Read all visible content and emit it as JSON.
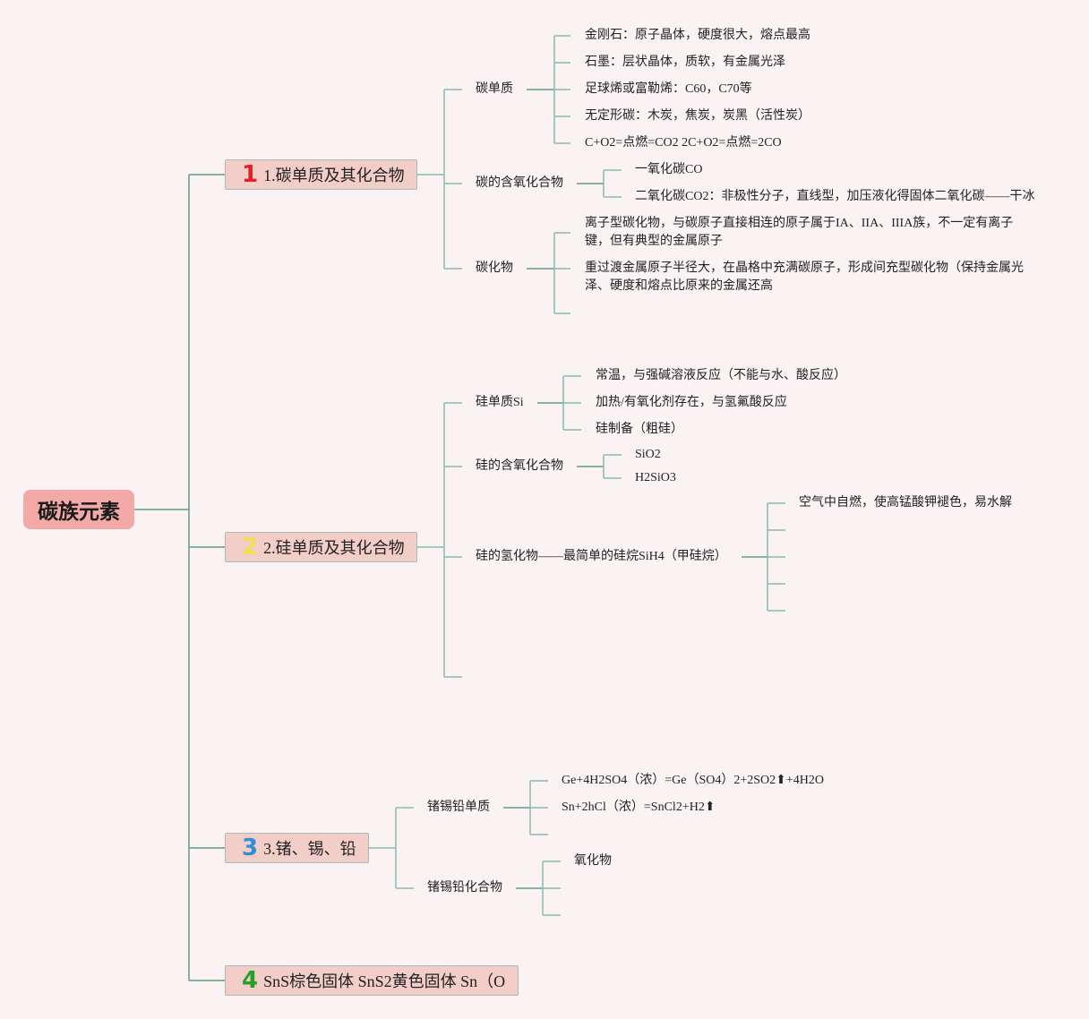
{
  "root": {
    "label": "碳族元素"
  },
  "colors": {
    "n1": "#e8202a",
    "n2": "#f4e04c",
    "n3": "#2b90d8",
    "n4": "#22a02a",
    "line": "#86bca9"
  },
  "topics": [
    {
      "number": "1",
      "label": "1.碳单质及其化合物",
      "children": [
        {
          "label": "碳单质",
          "items": [
            "金刚石：原子晶体，硬度很大，熔点最高",
            "石墨：层状晶体，质软，有金属光泽",
            "足球烯或富勒烯：C60，C70等",
            "无定形碳：木炭，焦炭，炭黑（活性炭）",
            "C+O2=点燃=CO2 2C+O2=点燃=2CO"
          ]
        },
        {
          "label": "碳的含氧化合物",
          "items": [
            "一氧化碳CO",
            "二氧化碳CO2：非极性分子，直线型，加压液化得固体二氧化碳——干冰"
          ]
        },
        {
          "label": "碳化物",
          "items": [
            "离子型碳化物，与碳原子直接相连的原子属于IA、IIA、IIIA族，不一定有离子",
            "键，但有典型的金属原子",
            "重过渡金属原子半径大，在晶格中充满碳原子，形成间充型碳化物（保持金属光",
            "泽、硬度和熔点比原来的金属还高"
          ]
        }
      ]
    },
    {
      "number": "2",
      "label": "2.硅单质及其化合物",
      "children": [
        {
          "label": "硅单质Si",
          "items": [
            "常温，与强碱溶液反应（不能与水、酸反应）",
            "加热/有氧化剂存在，与氢氟酸反应",
            "硅制备（粗硅）"
          ]
        },
        {
          "label": "硅的含氧化合物",
          "items": [
            "SiO2",
            "H2SiO3"
          ]
        },
        {
          "label": "硅的氢化物——最简单的硅烷SiH4（甲硅烷）",
          "items": [
            "空气中自燃，使高锰酸钾褪色，易水解"
          ]
        }
      ]
    },
    {
      "number": "3",
      "label": "3.锗、锡、铅",
      "children": [
        {
          "label": "锗锡铅单质",
          "items": [
            "Ge+4H2SO4（浓）=Ge（SO4）2+2SO2⬆+4H2O",
            "Sn+2hCl（浓）=SnCl2+H2⬆"
          ]
        },
        {
          "label": "锗锡铅化合物",
          "items": [
            "氧化物"
          ]
        }
      ]
    },
    {
      "number": "4",
      "label": "SnS棕色固体 SnS2黄色固体 Sn（O"
    }
  ]
}
